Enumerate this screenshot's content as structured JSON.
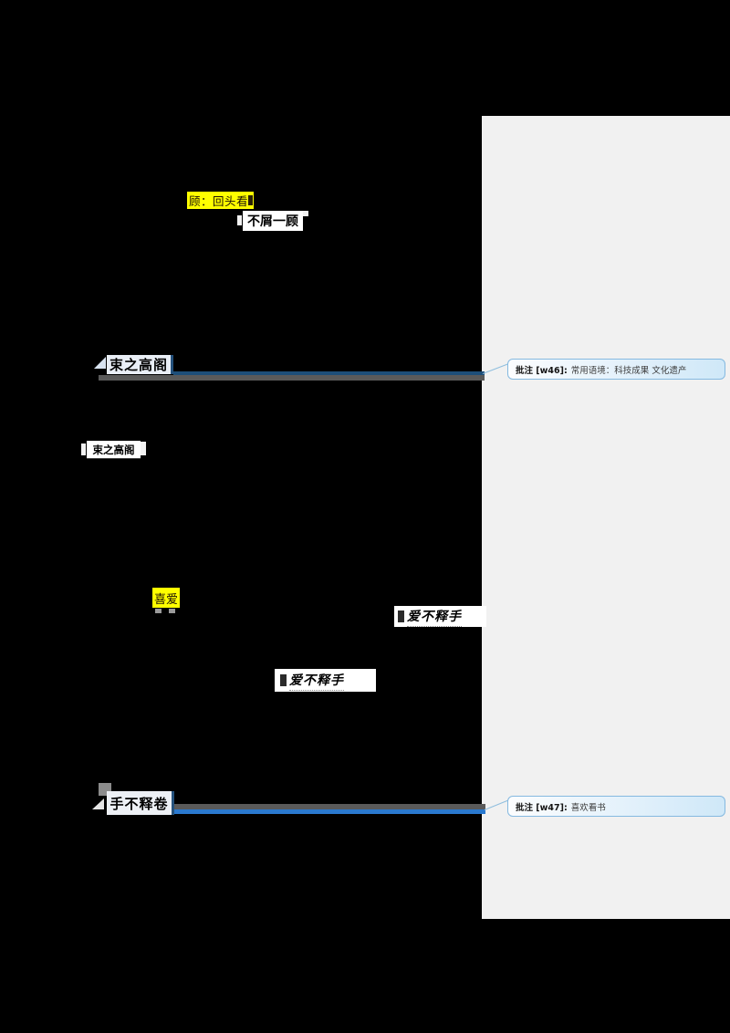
{
  "page": {
    "background": "#000000"
  },
  "comments_pane": {
    "background": "#f1f1f1"
  },
  "doc": {
    "highlight_gu": "顾：回头看",
    "term_buxieyigu": "不屑一顾",
    "node_shuzhigaoge": "束之高阁",
    "term_shuzhigaoge_small": "束之高阁",
    "highlight_xiai": "喜爱",
    "term_aibushishou_1": "爱不释手",
    "term_aibushishou_2": "爱不释手",
    "node_shoubushijuan": "手不释卷"
  },
  "comments": [
    {
      "label": "批注 [w46]:",
      "text": "常用语境：科技成果  文化遗产"
    },
    {
      "label": "批注 [w47]:",
      "text": "喜欢看书"
    }
  ],
  "colors": {
    "highlight": "#ffff00",
    "connector_navy": "#1d4e79",
    "connector_blue": "#2a79cf",
    "connector_gray": "#5a5a5a",
    "balloon_border": "#85b9e0",
    "balloon_fill": "#cfe8f8",
    "pane_bg": "#f1f1f1"
  }
}
